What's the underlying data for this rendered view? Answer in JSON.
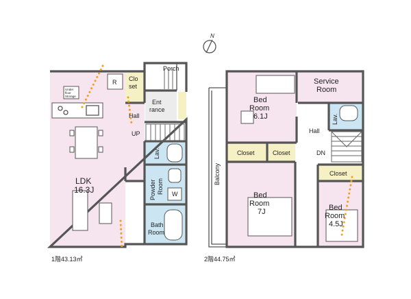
{
  "compass": {
    "north_label": "N"
  },
  "floor1": {
    "area_label": "1階43.13㎡",
    "rooms": {
      "ldk": {
        "name": "LDK",
        "size": "16.3J"
      },
      "closet": {
        "line1": "Clo",
        "line2": "set"
      },
      "entrance": {
        "line1": "Ent",
        "line2": "rance"
      },
      "porch": "Porch",
      "hall": "Hall",
      "up": "UP",
      "lav": "Lav.",
      "powder": {
        "line1": "Powder",
        "line2": "Room"
      },
      "washer": "W",
      "bath": {
        "line1": "Bath",
        "line2": "Room"
      },
      "refrigerator": "R",
      "underfloor": {
        "line1": "Under",
        "line2": "floor",
        "line3": "Storage"
      }
    }
  },
  "floor2": {
    "area_label": "2階44.75㎡",
    "rooms": {
      "bed_a": {
        "line1": "Bed",
        "line2": "Room",
        "size": "6.1J"
      },
      "service": {
        "line1": "Service",
        "line2": "Room"
      },
      "hall": "Hall",
      "lav": "Lav.",
      "dn": "DN",
      "closet_a": "Closet",
      "closet_b": "Closet",
      "closet_c": "Closet",
      "balcony": "Balcony",
      "bed_b": {
        "line1": "Bed",
        "line2": "Room",
        "size": "7J"
      },
      "bed_c": {
        "line1": "Bed",
        "line2": "Room",
        "size": "4.5J"
      }
    }
  },
  "colors": {
    "living": "#f6e4ef",
    "wet": "#cbe6f2",
    "storage": "#f5f1c4",
    "wall": "#555555",
    "accent": "#f0a020"
  }
}
